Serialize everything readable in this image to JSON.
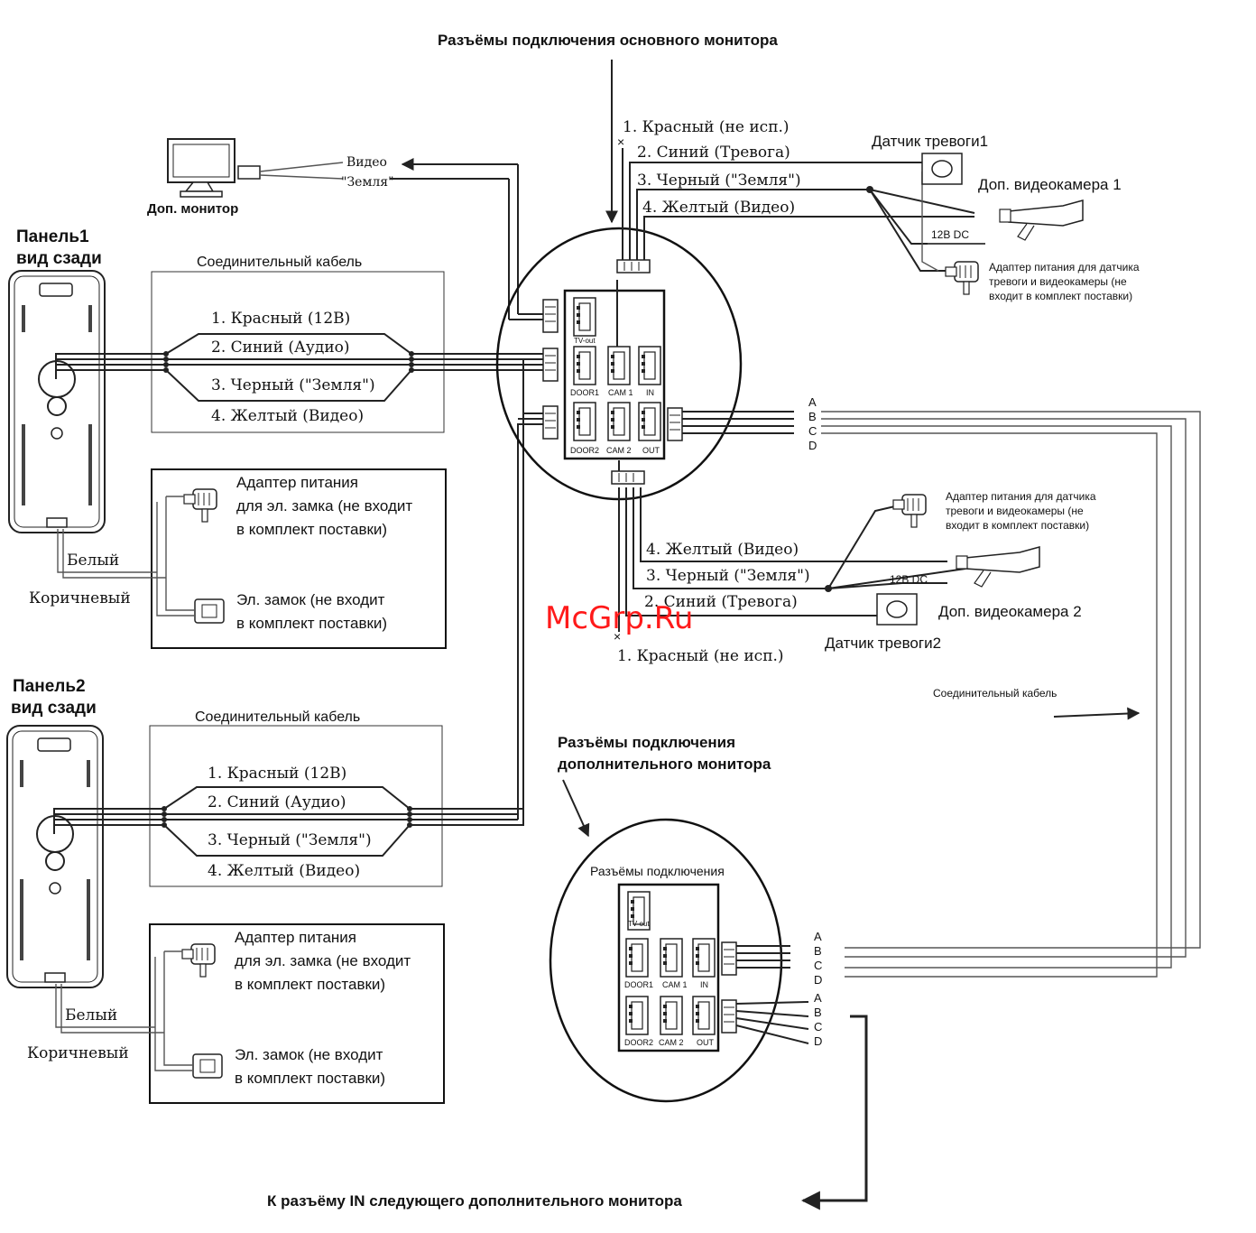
{
  "titles": {
    "main_monitor_connectors": "Разъёмы подключения основного монитора",
    "extra_monitor_connectors_1": "Разъёмы подключения",
    "extra_monitor_connectors_2": "дополнительного монитора",
    "to_next_monitor": "К разъёму IN следующего дополнительного монитора"
  },
  "extra_monitor": {
    "label": "Доп. монитор",
    "video": "Видео",
    "ground": "\"Земля\""
  },
  "panel1": {
    "title_1": "Панель1",
    "title_2": "вид сзади",
    "cable_title": "Соединительный кабель",
    "wires": [
      "1. Красный (12В)",
      "2. Синий (Аудио)",
      "3. Черный (\"Земля\")",
      "4. Желтый (Видео)"
    ],
    "adapter_1": "Адаптер питания",
    "adapter_2": "для эл. замка (не входит",
    "adapter_3": "в комплект поставки)",
    "lock_1": "Эл. замок (не входит",
    "lock_2": "в комплект поставки)",
    "white": "Белый",
    "brown": "Коричневый"
  },
  "panel2": {
    "title_1": "Панель2",
    "title_2": "вид сзади",
    "cable_title": "Соединительный кабель",
    "wires": [
      "1. Красный (12В)",
      "2. Синий (Аудио)",
      "3. Черный (\"Земля\")",
      "4. Желтый (Видео)"
    ],
    "adapter_1": "Адаптер питания",
    "adapter_2": "для эл. замка (не входит",
    "adapter_3": "в комплект поставки)",
    "lock_1": "Эл. замок (не входит",
    "lock_2": "в комплект поставки)",
    "white": "Белый",
    "brown": "Коричневый"
  },
  "main_board_ports": [
    "TV-out",
    "DOOR1",
    "CAM 1",
    "IN",
    "DOOR2",
    "CAM 2",
    "OUT"
  ],
  "camera1": {
    "wires": [
      "1. Красный (не исп.)",
      "2. Синий (Тревога)",
      "3. Черный (\"Земля\")",
      "4. Желтый (Видео)"
    ],
    "sensor": "Датчик тревоги1",
    "camera": "Доп. видеокамера 1",
    "dc": "12В DC",
    "adapter_1": "Адаптер питания для датчика",
    "adapter_2": "тревоги и видеокамеры (не",
    "adapter_3": "входит в комплект поставки)"
  },
  "camera2": {
    "wires": [
      "4. Желтый (Видео)",
      "3. Черный (\"Земля\")",
      "2. Синий (Тревога)",
      "1. Красный (не исп.)"
    ],
    "sensor": "Датчик тревоги2",
    "camera": "Доп. видеокамера 2",
    "dc": "12В DC",
    "adapter_1": "Адаптер питания для датчика",
    "adapter_2": "тревоги и видеокамеры (не",
    "adapter_3": "входит в комплект поставки)"
  },
  "abcd": [
    "A",
    "B",
    "C",
    "D"
  ],
  "side_cable": "Соединительный кабель",
  "extra_board": {
    "title": "Разъёмы подключения",
    "ports": [
      "TV-out",
      "DOOR1",
      "CAM 1",
      "IN",
      "DOOR2",
      "CAM 2",
      "OUT"
    ]
  },
  "watermark": "McGrp.Ru"
}
